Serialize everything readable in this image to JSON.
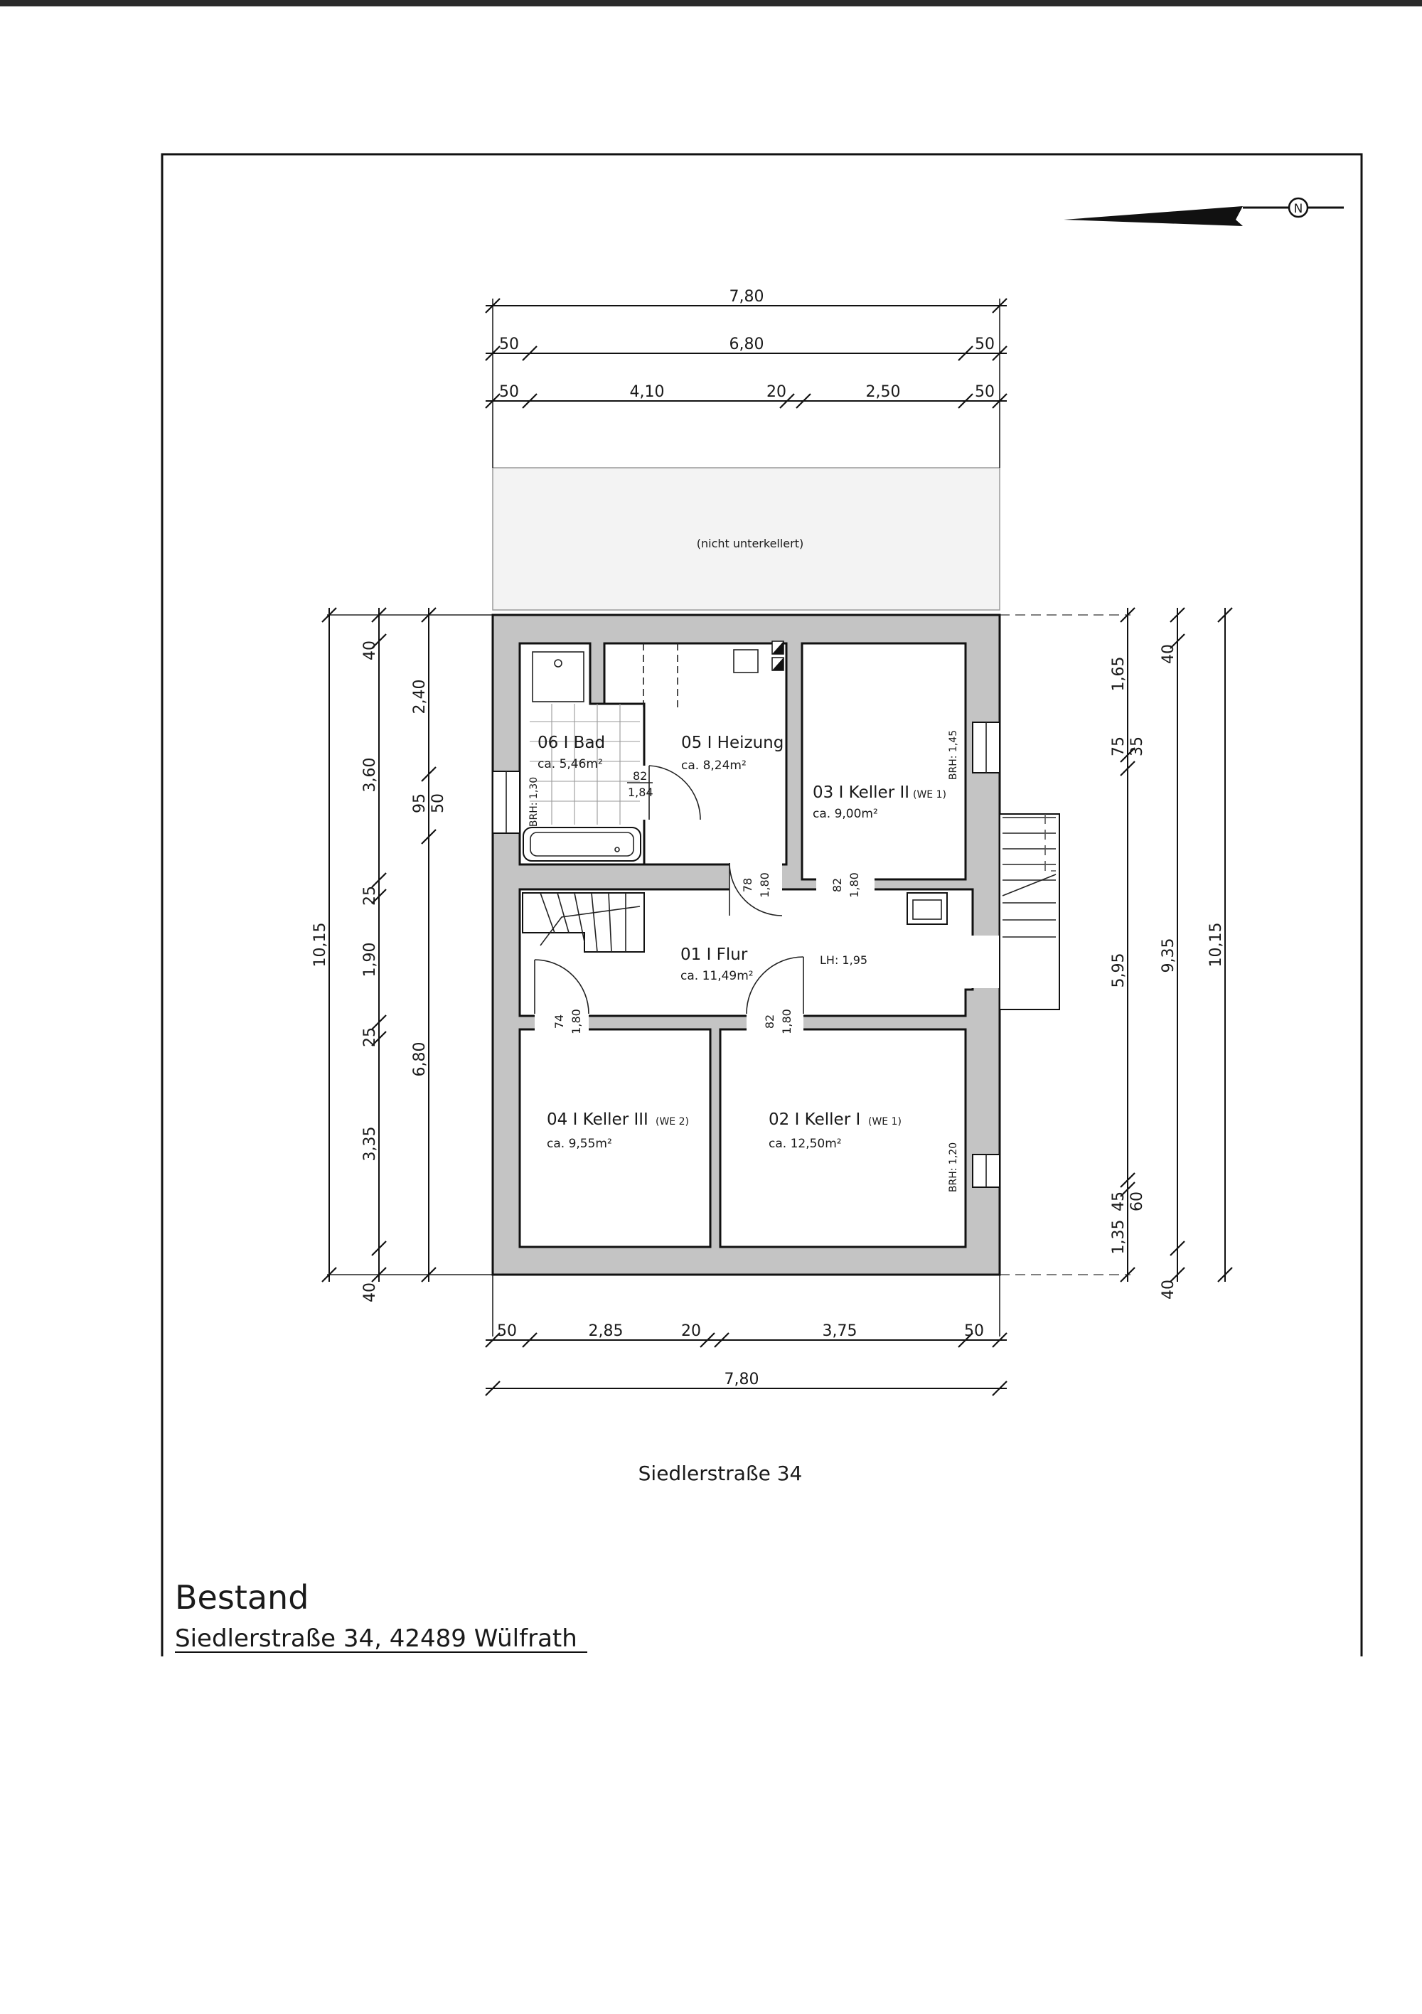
{
  "plan": {
    "note_unexcavated": "(nicht unterkellert)",
    "street_label": "Siedlerstraße 34",
    "title": "Bestand",
    "address": "Siedlerstraße 34, 42489 Wülfrath",
    "north_symbol": "N"
  },
  "rooms": [
    {
      "key": "bad",
      "name": "06 I Bad",
      "area": "ca. 5,46m²"
    },
    {
      "key": "heizung",
      "name": "05 I Heizung",
      "area": "ca. 8,24m²"
    },
    {
      "key": "keller2",
      "name": "03 I Keller II",
      "unit": "(WE 1)",
      "area": "ca. 9,00m²"
    },
    {
      "key": "flur",
      "name": "01 I Flur",
      "area": "ca. 11,49m²",
      "extra": "LH: 1,95"
    },
    {
      "key": "keller3",
      "name": "04 I Keller III",
      "unit": "(WE 2)",
      "area": "ca. 9,55m²"
    },
    {
      "key": "keller1",
      "name": "02 I Keller I",
      "unit": "(WE 1)",
      "area": "ca. 12,50m²"
    }
  ],
  "openings": {
    "d_bad_top": "82",
    "d_bad_bot": "1,84",
    "d_heiz_top": "78",
    "d_heiz_bot": "1,80",
    "d_k2_top": "82",
    "d_k2_bot": "1,80",
    "d_k3_top": "74",
    "d_k3_bot": "1,80",
    "d_k1_top": "82",
    "d_k1_bot": "1,80",
    "brh_bad": "BRH: 1,30",
    "brh_k2": "BRH: 1,45",
    "brh_k1": "BRH: 1,20"
  },
  "dims_top": {
    "total": "7,80",
    "r2": [
      "50",
      "6,80",
      "50"
    ],
    "r3": [
      "50",
      "4,10",
      "20",
      "2,50",
      "50"
    ]
  },
  "dims_bottom": {
    "r1": [
      "50",
      "2,85",
      "20",
      "3,75",
      "50"
    ],
    "total": "7,80"
  },
  "dims_left": {
    "total": "10,15",
    "mid": [
      "40",
      "3,60",
      "25",
      "1,90",
      "25",
      "3,35",
      "40"
    ],
    "inner": [
      "2,40",
      "95",
      "50",
      "6,80"
    ]
  },
  "dims_right": {
    "inner": [
      "1,65",
      "75",
      "35",
      "5,95",
      "1,35",
      "45",
      "60"
    ],
    "mid": [
      "40",
      "9,35",
      "40"
    ],
    "total": "10,15"
  }
}
